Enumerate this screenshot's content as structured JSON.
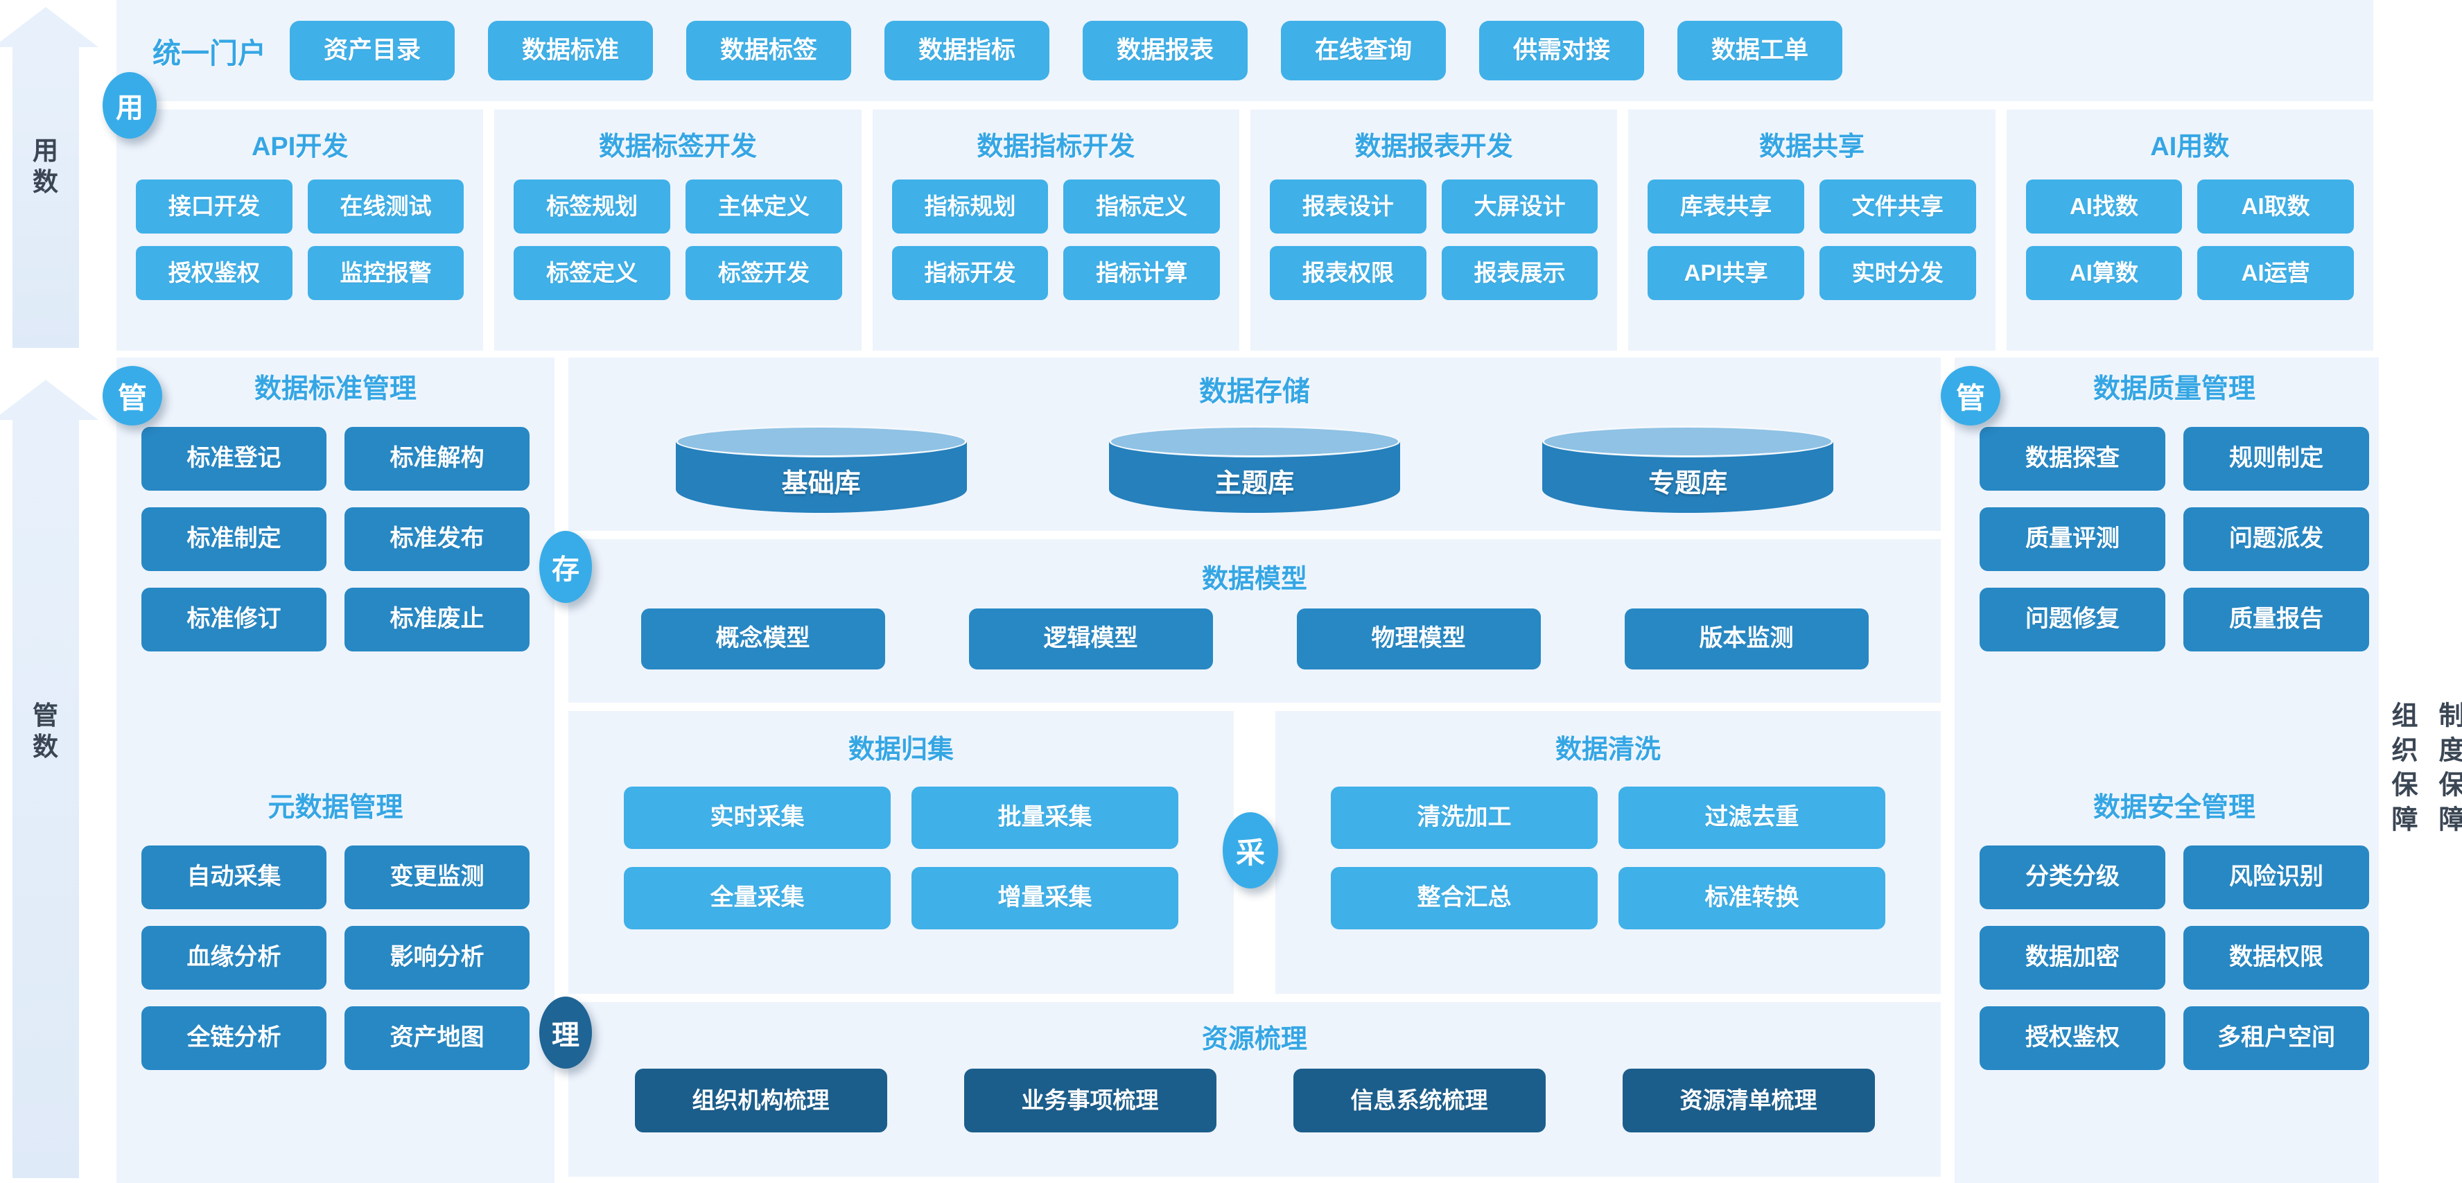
{
  "left_rail": {
    "arrow_use_label": "用数",
    "arrow_manage_label": "管数"
  },
  "badges": {
    "use": "用",
    "manage_left": "管",
    "manage_right": "管",
    "store": "存",
    "collect": "采",
    "organize": "理"
  },
  "portal": {
    "title": "统一门户",
    "buttons": [
      "资产目录",
      "数据标准",
      "数据标签",
      "数据指标",
      "数据报表",
      "在线查询",
      "供需对接",
      "数据工单"
    ]
  },
  "use_panels": [
    {
      "title": "API开发",
      "items": [
        "接口开发",
        "在线测试",
        "授权鉴权",
        "监控报警"
      ]
    },
    {
      "title": "数据标签开发",
      "items": [
        "标签规划",
        "主体定义",
        "标签定义",
        "标签开发"
      ]
    },
    {
      "title": "数据指标开发",
      "items": [
        "指标规划",
        "指标定义",
        "指标开发",
        "指标计算"
      ]
    },
    {
      "title": "数据报表开发",
      "items": [
        "报表设计",
        "大屏设计",
        "报表权限",
        "报表展示"
      ]
    },
    {
      "title": "数据共享",
      "items": [
        "库表共享",
        "文件共享",
        "API共享",
        "实时分发"
      ]
    },
    {
      "title": "AI用数",
      "items": [
        "AI找数",
        "AI取数",
        "AI算数",
        "AI运营"
      ]
    }
  ],
  "left_column": [
    {
      "title": "数据标准管理",
      "items": [
        "标准登记",
        "标准解构",
        "标准制定",
        "标准发布",
        "标准修订",
        "标准废止"
      ]
    },
    {
      "title": "元数据管理",
      "items": [
        "自动采集",
        "变更监测",
        "血缘分析",
        "影响分析",
        "全链分析",
        "资产地图"
      ]
    }
  ],
  "right_column": [
    {
      "title": "数据质量管理",
      "items": [
        "数据探查",
        "规则制定",
        "质量评测",
        "问题派发",
        "问题修复",
        "质量报告"
      ]
    },
    {
      "title": "数据安全管理",
      "items": [
        "分类分级",
        "风险识别",
        "数据加密",
        "数据权限",
        "授权鉴权",
        "多租户空间"
      ]
    }
  ],
  "storage": {
    "title": "数据存储",
    "databases": [
      "基础库",
      "主题库",
      "专题库"
    ]
  },
  "model": {
    "title": "数据模型",
    "items": [
      "概念模型",
      "逻辑模型",
      "物理模型",
      "版本监测"
    ]
  },
  "collect": {
    "title": "数据归集",
    "items": [
      "实时采集",
      "批量采集",
      "全量采集",
      "增量采集"
    ]
  },
  "clean": {
    "title": "数据清洗",
    "items": [
      "清洗加工",
      "过滤去重",
      "整合汇总",
      "标准转换"
    ]
  },
  "resource": {
    "title": "资源梳理",
    "items": [
      "组织机构梳理",
      "业务事项梳理",
      "信息系统梳理",
      "资源清单梳理"
    ]
  },
  "guarantee": {
    "organization": "组织保障",
    "institution": "制度保障"
  },
  "colors": {
    "panel_bg": "#eef4fc",
    "accent": "#35a6e4",
    "btn_light": "#3fb0e8",
    "btn_mid": "#2788c4",
    "btn_dark": "#1b5e8c",
    "text_dark": "#3b4654"
  }
}
